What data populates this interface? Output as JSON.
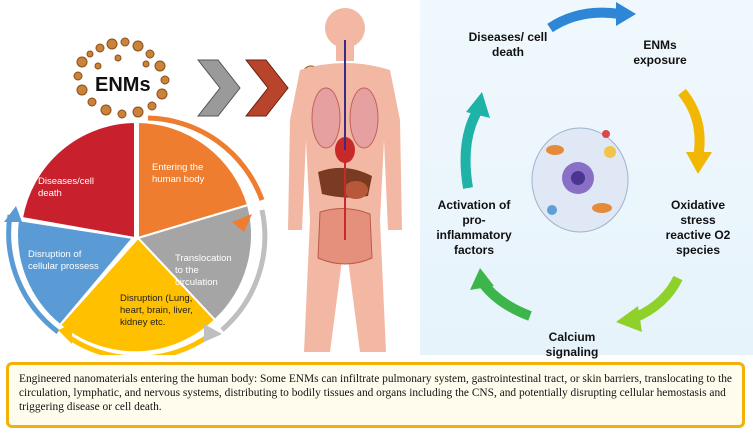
{
  "left": {
    "title": "ENMs",
    "wheel": {
      "diseases": "Diseases/cell death",
      "entering": "Entering the human body",
      "translocation": "Translocation to the circulation",
      "disruption_organs": "Disruption (Lung, heart, brain, liver, kidney etc.",
      "disruption_cellular": "Disruption of cellular prossess"
    }
  },
  "cycle": {
    "diseases": "Diseases/ cell death",
    "exposure": "ENMs exposure",
    "oxidative": "Oxidative stress reactive O2 species",
    "calcium": "Calcium signaling",
    "activation": "Activation of pro-inflammatory factors"
  },
  "caption": "Engineered nanomaterials entering the human body: Some ENMs can infiltrate pulmonary system, gastrointestinal tract, or skin barriers, translocating to the circulation, lymphatic, and nervous systems, distributing to bodily tissues and organs including the CNS, and potentially disrupting cellular hemostasis and triggering disease or cell death.",
  "colors": {
    "red": "#c8202c",
    "orange": "#ee7d30",
    "gray": "#a5a5a5",
    "yellow": "#ffc000",
    "blue": "#5b9bd5",
    "caption_border": "#f2b10a"
  }
}
